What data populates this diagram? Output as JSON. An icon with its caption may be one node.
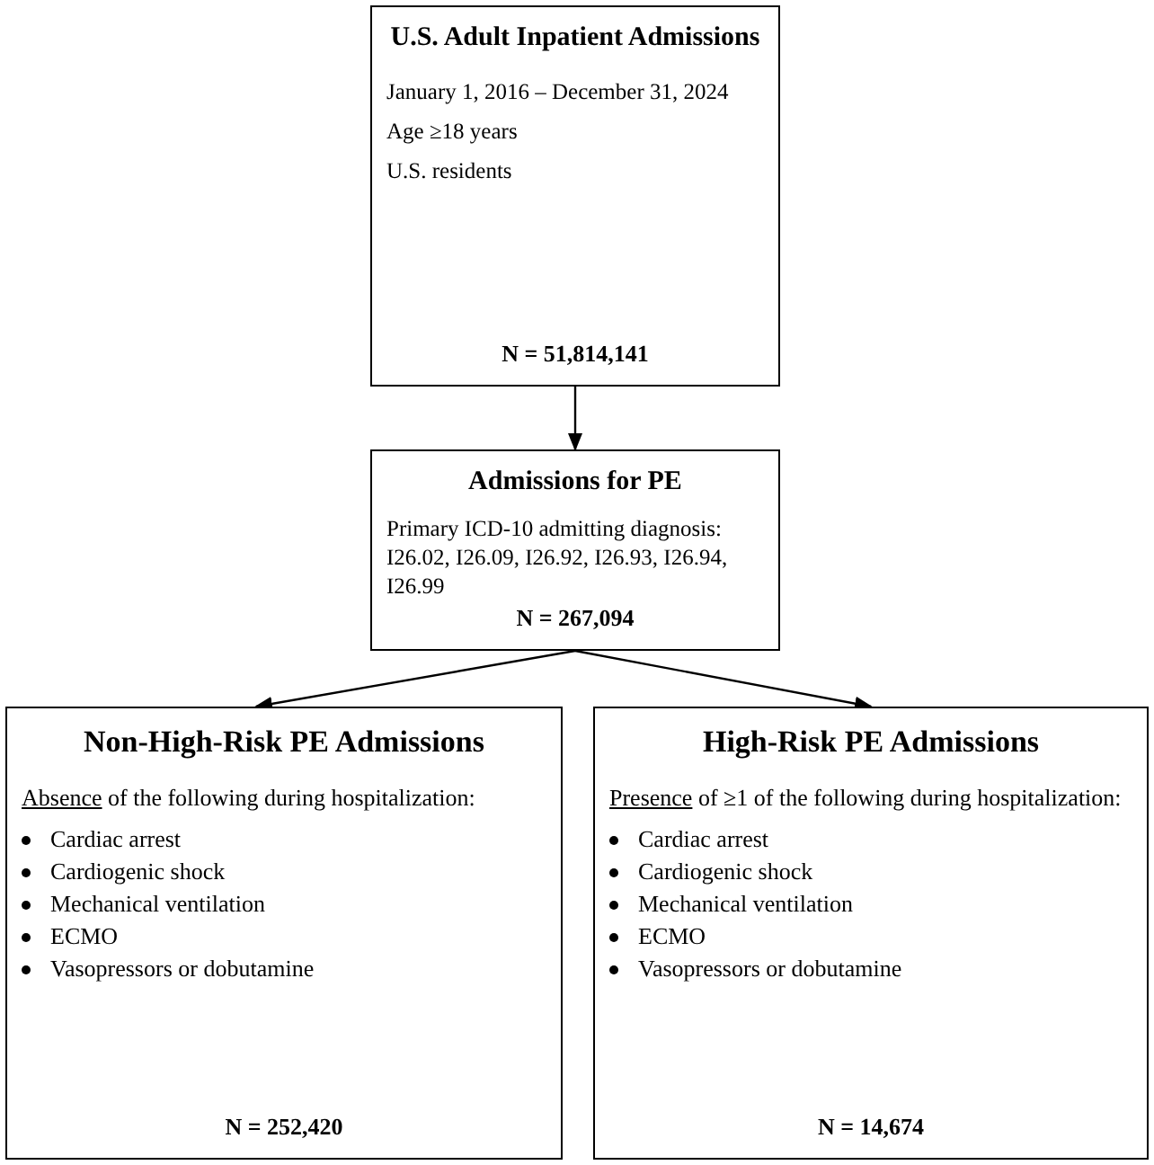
{
  "diagram": {
    "nodes": [
      {
        "text": [
          "U.S. Adult Inpatient Admissions",
          "January 1, 2016 – December 31, 2024",
          "Age ≥18 years",
          "U.S. residents",
          "N = 51,814,141"
        ]
      },
      {
        "text": [
          "Admissions for PE",
          "Primary ICD-10 admitting diagnosis: I26.02, I26.09, I26.92, I26.93, I26.94, I26.99",
          "N = 267,094"
        ]
      },
      {
        "text": [
          "Non-High-Risk PE Admissions",
          "Absence",
          "of the following during hospitalization:",
          "Cardiac arrest",
          "Cardiogenic shock",
          "Mechanical ventilation",
          "ECMO",
          "Vasopressors or dobutamine",
          "N = 252,420"
        ]
      },
      {
        "text": [
          "High-Risk PE Admissions",
          "Presence",
          "of ≥1 of the following during hospitalization:",
          "Cardiac arrest",
          "Cardiogenic shock",
          "Mechanical ventilation",
          "ECMO",
          "Vasopressors or dobutamine",
          "N = 14,674"
        ]
      }
    ],
    "edges": [
      {
        "from": 0,
        "to": 1,
        "arrow": "to"
      },
      {
        "from": 1,
        "to": 2,
        "arrow": "to"
      },
      {
        "from": 1,
        "to": 3,
        "arrow": "to"
      }
    ]
  }
}
